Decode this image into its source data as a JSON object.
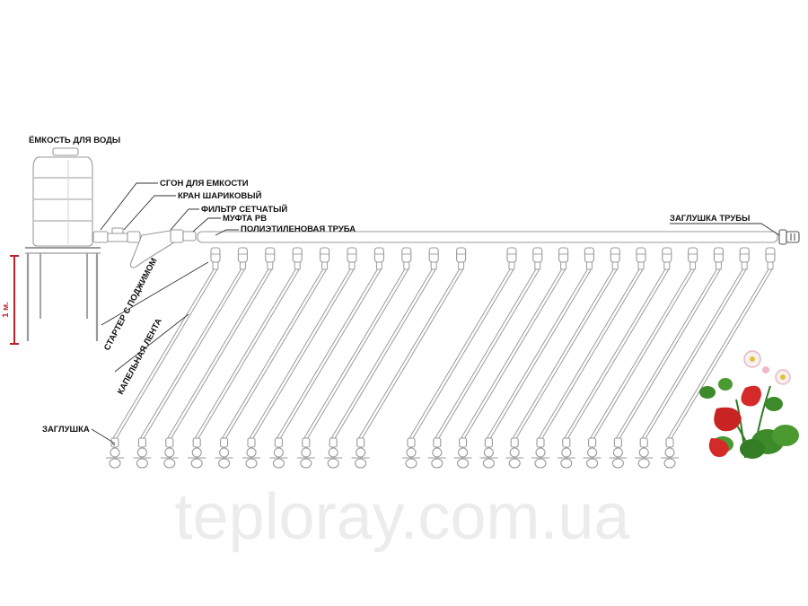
{
  "labels": {
    "tank": "ЁМКОСТЬ ДЛЯ ВОДЫ",
    "sgon": "СГОН ДЛЯ ЕМКОСТИ",
    "valve": "КРАН ШАРИКОВЫЙ",
    "filter": "ФИЛЬТР СЕТЧАТЫЙ",
    "coupling": "МУФТА РВ",
    "pipe": "ПОЛИЭТИЛЕНОВАЯ ТРУБА",
    "pipe_plug": "ЗАГЛУШКА ТРУБЫ",
    "starter": "СТАРТЕР С ПОДЖИМОМ",
    "drip_tape": "КАПЕЛЬНАЯ ЛЕНТА",
    "end_plug": "ЗАГЛУШКА",
    "height": "1 м."
  },
  "watermark": "teploray.com.ua",
  "colors": {
    "line": "#9a9a9a",
    "dark_line": "#333333",
    "measure": "#c0202a",
    "leaf": "#3d8a2a",
    "berry": "#d42a2a",
    "flower_pink": "#f3b8c8"
  },
  "diagram": {
    "left_group_tapes": 10,
    "right_group_tapes": 11
  }
}
